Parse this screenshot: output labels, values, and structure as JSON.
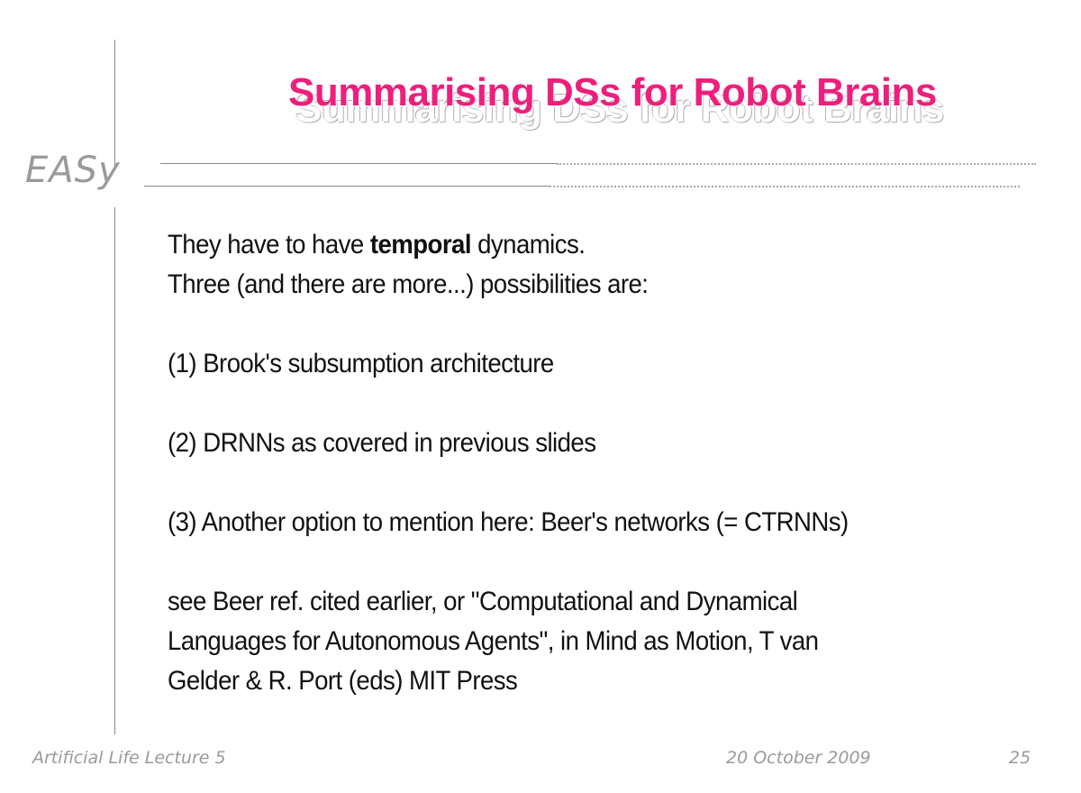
{
  "slide": {
    "brand": "EASy",
    "title": "Summarising DSs for Robot Brains",
    "line1_pre": "They have to have ",
    "line1_bold": "temporal",
    "line1_post": " dynamics.",
    "line2": "Three (and there are more...) possibilities are:",
    "item1": "(1) Brook's subsumption architecture",
    "item2": "(2) DRNNs as covered in previous slides",
    "item3": "(3) Another option to mention here: Beer's networks (= CTRNNs)",
    "ref1": "see Beer ref. cited earlier, or \"Computational and Dynamical",
    "ref2": "Languages for Autonomous Agents\", in Mind as Motion, T van",
    "ref3": "Gelder & R. Port (eds) MIT Press"
  },
  "footer": {
    "course": "Artificial Life Lecture 5",
    "date": "20 October 2009",
    "page": "25"
  },
  "colors": {
    "title": "#ee1f7c",
    "brand": "#9a9a9a",
    "text": "#111111"
  }
}
